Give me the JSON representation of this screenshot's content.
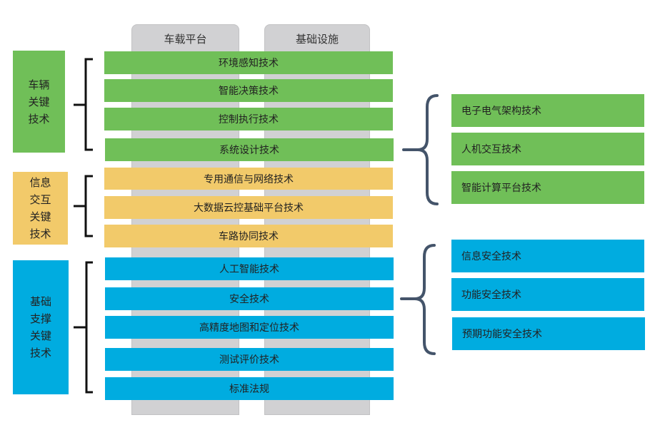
{
  "columns": [
    "车载平台",
    "基础设施"
  ],
  "left_groups": [
    {
      "label": "车辆\n关键\n技术",
      "color": "#70bf58"
    },
    {
      "label": "信息\n交互\n关键\n技术",
      "color": "#f2ca6a"
    },
    {
      "label": "基础\n支撑\n关键\n技术",
      "color": "#00ace0"
    }
  ],
  "center_bars": [
    "环境感知技术",
    "智能决策技术",
    "控制执行技术",
    "系统设计技术",
    "专用通信与网络技术",
    "大数据云控基础平台技术",
    "车路协同技术",
    "人工智能技术",
    "安全技术",
    "高精度地图和定位技术",
    "测试评价技术",
    "标准法规"
  ],
  "right_groups": [
    {
      "items": [
        "电子电气架构技术",
        "人机交互技术",
        "智能计算平台技术"
      ]
    },
    {
      "items": [
        "信息安全技术",
        "功能安全技术",
        "预期功能安全技术"
      ]
    }
  ]
}
